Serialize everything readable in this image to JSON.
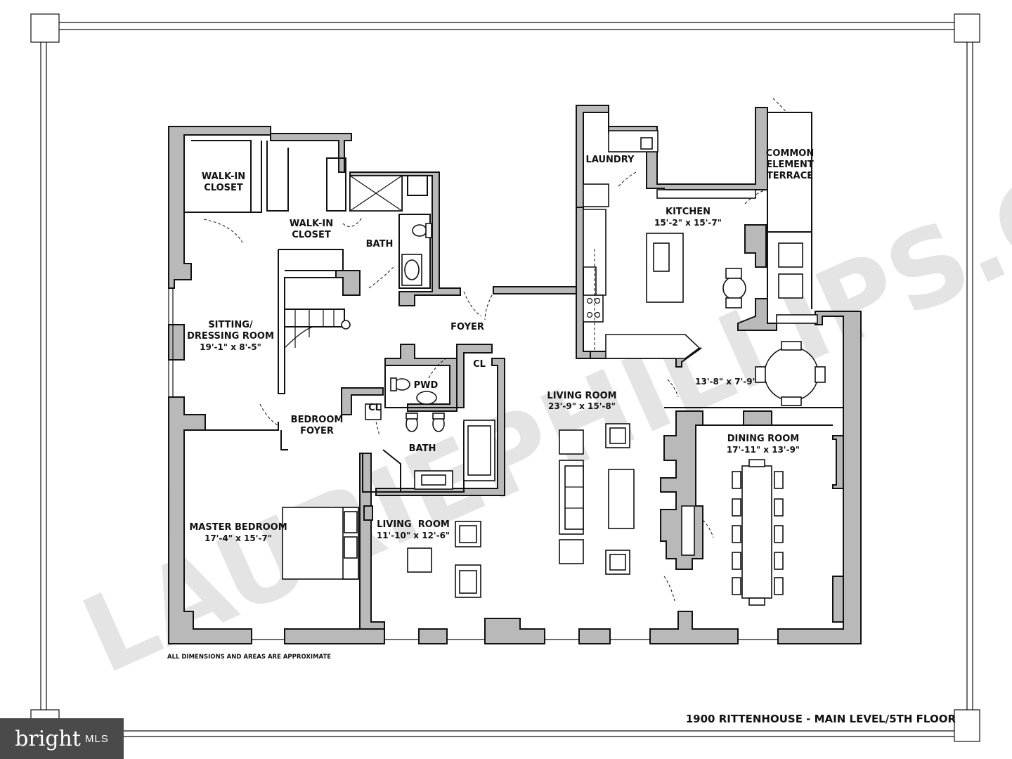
{
  "plan": {
    "title": "1900 RITTENHOUSE - MAIN LEVEL/5TH FLOOR",
    "disclaimer": "ALL DIMENSIONS AND AREAS ARE APPROXIMATE",
    "watermark": "LAURIEPHILLIPS.COM"
  },
  "rooms": {
    "walk_in_closet_1": {
      "line1": "WALK-IN",
      "line2": "CLOSET"
    },
    "walk_in_closet_2": {
      "line1": "WALK-IN",
      "line2": "CLOSET"
    },
    "bath_upper": {
      "name": "BATH"
    },
    "laundry": {
      "name": "LAUNDRY"
    },
    "kitchen": {
      "name": "KITCHEN",
      "dims": "15'-2\" x 15'-7\""
    },
    "common_terrace": {
      "line1": "COMMON",
      "line2": "ELEMENT",
      "line3": "TERRACE"
    },
    "sitting_room": {
      "line1": "SITTING/",
      "line2": "DRESSING ROOM",
      "dims": "19'-1\" x 8'-5\""
    },
    "foyer": {
      "name": "FOYER"
    },
    "cl_1": {
      "name": "CL"
    },
    "pwd": {
      "name": "PWD"
    },
    "breakfast": {
      "dims": "13'-8\" x 7'-9\""
    },
    "living_room_large": {
      "name": "LIVING ROOM",
      "dims": "23'-9\" x 15'-8\""
    },
    "cl_2": {
      "name": "CL"
    },
    "bedroom_foyer": {
      "line1": "BEDROOM",
      "line2": "FOYER"
    },
    "bath_lower": {
      "name": "BATH"
    },
    "dining_room": {
      "name": "DINING ROOM",
      "dims": "17'-11\" x 13'-9\""
    },
    "master_bedroom": {
      "name": "MASTER BEDROOM",
      "dims": "17'-4\" x 15'-7\""
    },
    "living_room_small": {
      "name": "LIVING  ROOM",
      "dims": "11'-10\" x 12'-6\""
    }
  },
  "brand": {
    "name": "bright",
    "suffix": "MLS"
  }
}
